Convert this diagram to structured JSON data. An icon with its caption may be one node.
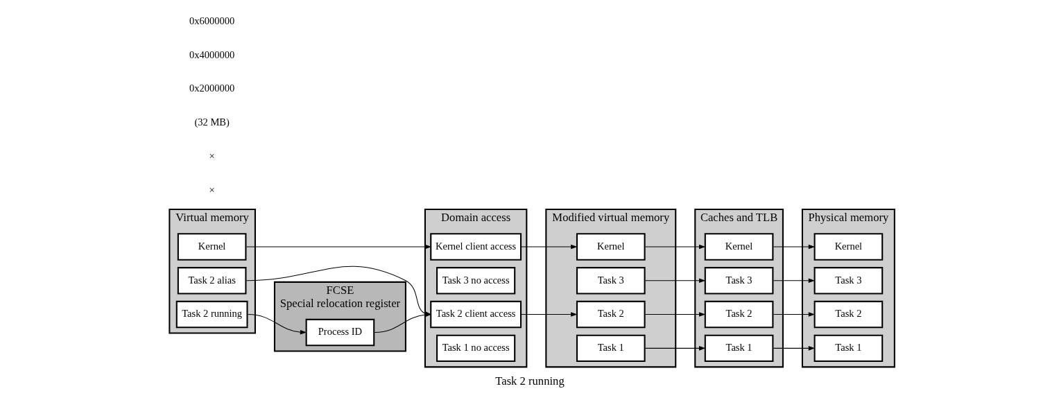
{
  "diagram": {
    "caption": "Task 2 running",
    "nodes": [
      {
        "text": [
          "Virtual memory"
        ]
      },
      {
        "text": [
          "Kernel"
        ],
        "in": 0
      },
      {
        "text": [
          "Task 2 alias"
        ],
        "in": 0
      },
      {
        "text": [
          "Task 2 running"
        ],
        "in": 0
      },
      {
        "text": [
          "FCSE",
          "Special relocation register"
        ]
      },
      {
        "text": [
          "Process ID"
        ],
        "in": 4
      },
      {
        "text": [
          "Domain access"
        ]
      },
      {
        "text": [
          "Kernel client access"
        ],
        "in": 6
      },
      {
        "text": [
          "Task 3 no access"
        ],
        "in": 6
      },
      {
        "text": [
          "Task 2 client access"
        ],
        "in": 6
      },
      {
        "text": [
          "Task 1 no access"
        ],
        "in": 6
      },
      {
        "text": [
          "Modified virtual memory"
        ]
      },
      {
        "text": [
          "Kernel"
        ],
        "in": 11
      },
      {
        "text": [
          "Task 3"
        ],
        "in": 11
      },
      {
        "text": [
          "Task 2"
        ],
        "in": 11
      },
      {
        "text": [
          "Task 1"
        ],
        "in": 11
      },
      {
        "text": [
          "Caches and TLB"
        ]
      },
      {
        "text": [
          "Kernel"
        ],
        "in": 16
      },
      {
        "text": [
          "Task 3"
        ],
        "in": 16
      },
      {
        "text": [
          "Task 2"
        ],
        "in": 16
      },
      {
        "text": [
          "Task 1"
        ],
        "in": 16
      },
      {
        "text": [
          "Physical memory"
        ]
      },
      {
        "text": [
          "Kernel"
        ],
        "in": 21
      },
      {
        "text": [
          "Task 3"
        ],
        "in": 21
      },
      {
        "text": [
          "Task 1"
        ],
        "in": 21
      },
      {
        "text": [
          "Task 2"
        ],
        "in": 21
      }
    ],
    "edges": [
      {
        "from": 1,
        "to": 7,
        "arrow": "to"
      },
      {
        "from": 2,
        "to": 9,
        "arrow": "to"
      },
      {
        "from": 3,
        "to": 5,
        "arrow": "to"
      },
      {
        "from": 5,
        "to": 9,
        "arrow": "to"
      },
      {
        "from": 7,
        "to": 12,
        "arrow": "to"
      },
      {
        "from": 9,
        "to": 14,
        "arrow": "to"
      },
      {
        "from": 12,
        "to": 17,
        "arrow": "to"
      },
      {
        "from": 13,
        "to": 18,
        "arrow": "to"
      },
      {
        "from": 14,
        "to": 19,
        "arrow": "to"
      },
      {
        "from": 15,
        "to": 20,
        "arrow": "to"
      },
      {
        "from": 17,
        "to": 22,
        "arrow": "to"
      },
      {
        "from": 18,
        "to": 23,
        "arrow": "to"
      },
      {
        "from": 19,
        "to": 25,
        "arrow": "to"
      },
      {
        "from": 20,
        "to": 24,
        "arrow": "to"
      }
    ],
    "labels": [
      "0x6000000",
      "0x4000000",
      "0x2000000",
      "(32 MB)",
      "×",
      "×"
    ]
  }
}
